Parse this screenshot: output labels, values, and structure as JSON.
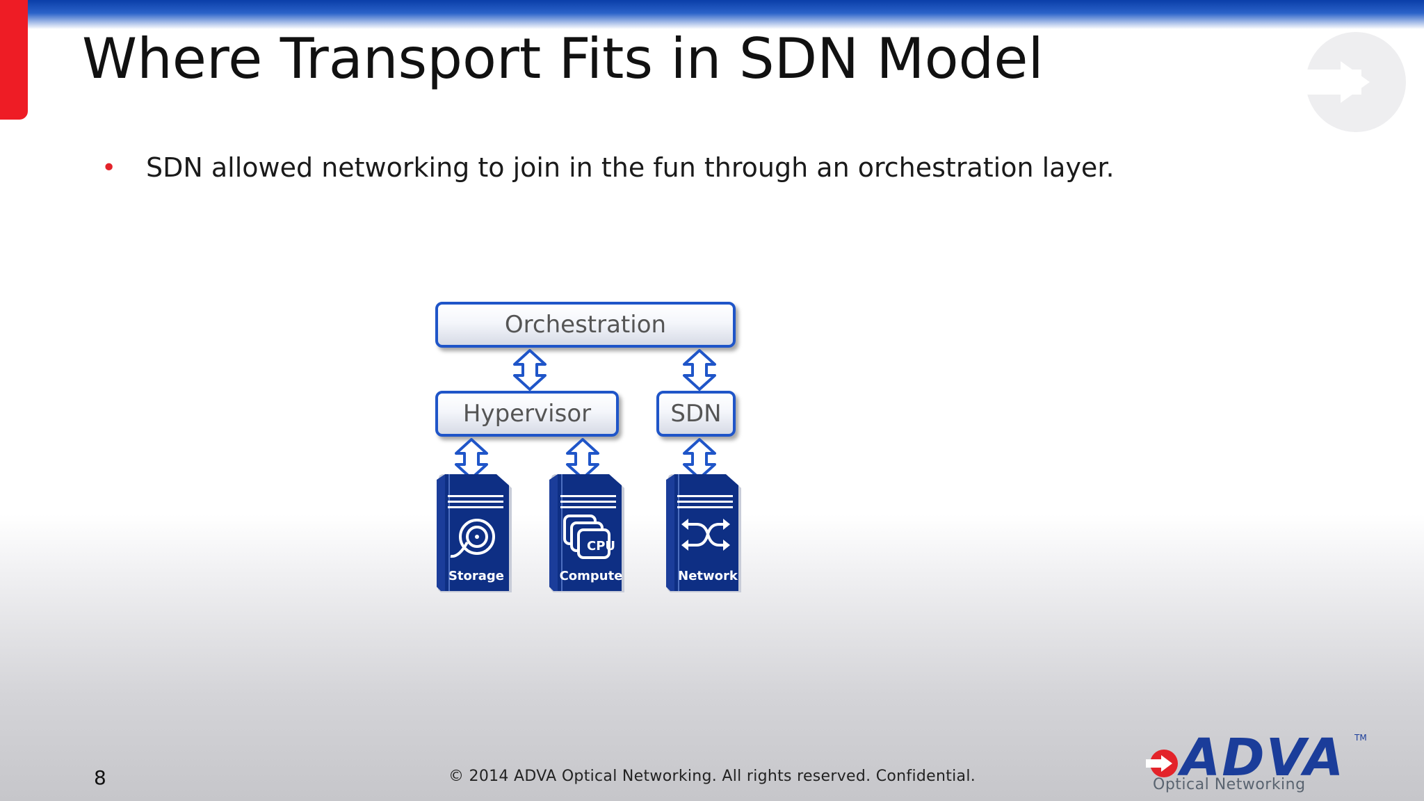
{
  "slide": {
    "title": "Where Transport Fits in SDN Model",
    "bullet": "SDN allowed networking to join in the fun through an orchestration layer.",
    "page_number": "8",
    "footer": "© 2014 ADVA Optical Networking. All rights reserved. Confidential."
  },
  "diagram": {
    "orchestration": "Orchestration",
    "hypervisor": "Hypervisor",
    "sdn": "SDN",
    "storage": "Storage",
    "compute": "Compute",
    "network": "Network",
    "cpu": "CPU"
  },
  "logo": {
    "brand": "ADVA",
    "trademark": "TM",
    "tagline": "Optical Networking"
  },
  "colors": {
    "accent_red": "#ee1c25",
    "accent_blue": "#1f55c8",
    "server_navy": "#0e2f84"
  }
}
